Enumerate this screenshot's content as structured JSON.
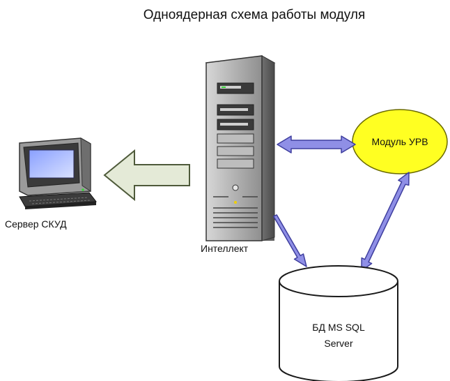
{
  "title": "Одноядерная схема работы модуля",
  "nodes": {
    "acs_server": {
      "label": "Сервер СКУД"
    },
    "intellect": {
      "label": "Интеллект"
    },
    "module": {
      "label": "Модуль УРВ"
    },
    "database": {
      "line1": "БД MS SQL",
      "line2": "Server"
    }
  },
  "edges": [
    {
      "from": "intellect",
      "to": "acs_server",
      "style": "one-way block arrow"
    },
    {
      "from": "intellect",
      "to": "module",
      "style": "two-way arrow"
    },
    {
      "from": "intellect",
      "to": "database",
      "style": "one-way arrow"
    },
    {
      "from": "module",
      "to": "database",
      "style": "two-way arrow"
    }
  ],
  "colors": {
    "block_arrow_fill": "#e4ead7",
    "block_arrow_stroke": "#4e5a3a",
    "connector_fill": "#8f8fe6",
    "connector_stroke": "#3e3e9e",
    "module_fill": "#ffff22",
    "module_stroke": "#6a6a00",
    "database_fill": "#ffffff",
    "database_stroke": "#1a1a1a",
    "server_body": "#aaaaaa",
    "monitor_screen": "#a8b8f0"
  }
}
